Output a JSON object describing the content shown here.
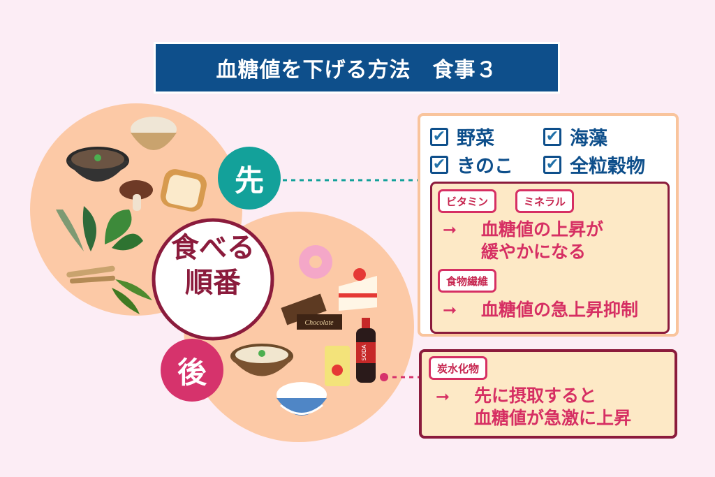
{
  "title": "血糖値を下げる方法　食事３",
  "center_label": [
    "食べる",
    "順番"
  ],
  "first_badge": "先",
  "later_badge": "後",
  "first_group": {
    "checklist": [
      "野菜",
      "海藻",
      "きのこ",
      "全粒穀物"
    ],
    "tags": [
      "ビタミン",
      "ミネラル"
    ],
    "effect1": [
      "血糖値の上昇が",
      "緩やかになる"
    ],
    "tag2": "食物繊維",
    "effect2": "血糖値の急上昇抑制"
  },
  "later_group": {
    "tag": "炭水化物",
    "effect": [
      "先に摂取すると",
      "血糖値が急激に上昇"
    ]
  },
  "chocolate_label": "Chocolate",
  "soda_label": "SODA",
  "arrow_glyph": "➞",
  "check_glyph": "✔",
  "colors": {
    "title_bg": "#0e4f8b",
    "teal": "#13a19a",
    "pink": "#d6336c",
    "maroon": "#8b1b3c",
    "peach": "#fcc9a6"
  }
}
